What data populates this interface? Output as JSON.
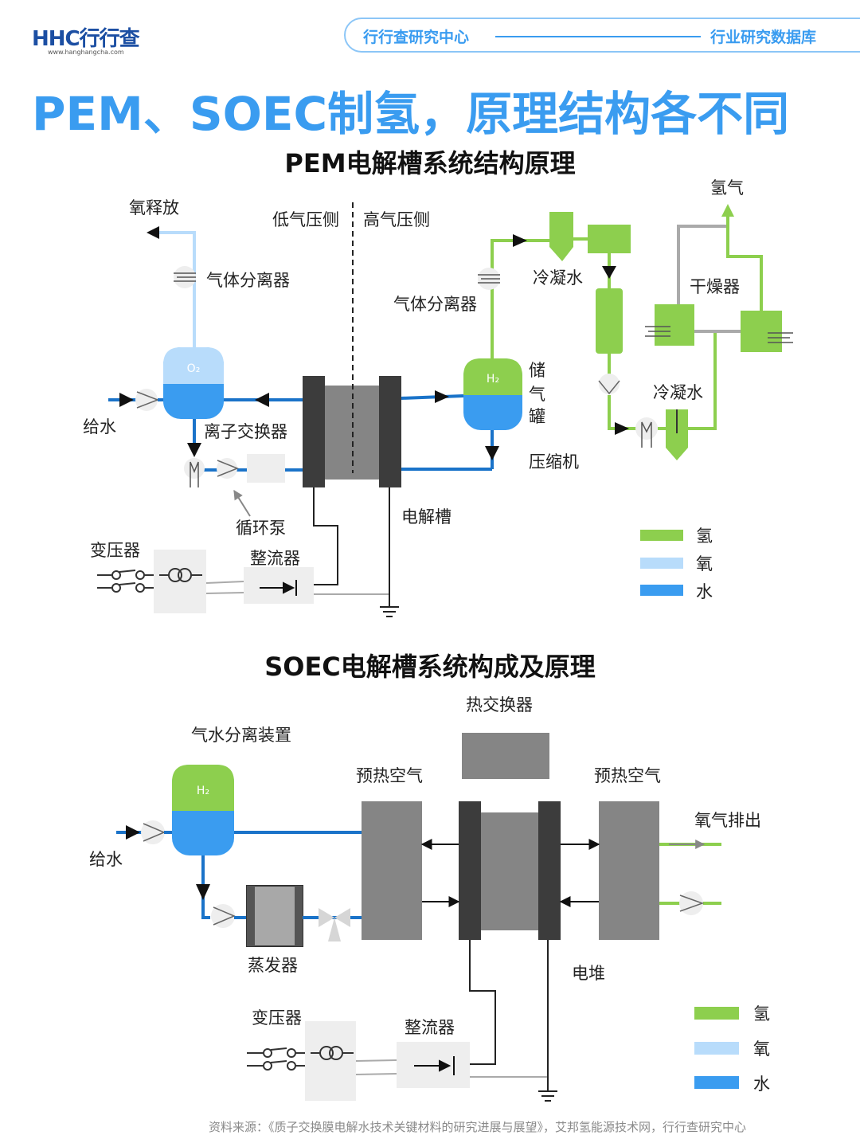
{
  "header": {
    "logo_text": "HHC",
    "logo_cn": "行行查",
    "logo_url": "www.hanghangcha.com",
    "pill_left": "行行查研究中心",
    "pill_right": "行业研究数据库"
  },
  "title": "PEM、SOEC制氢，原理结构各不同",
  "pem": {
    "title": "PEM电解槽系统结构原理",
    "labels": {
      "oxygen_release": "氧释放",
      "gas_separator_left": "气体分离器",
      "low_pressure": "低气压侧",
      "high_pressure": "高气压侧",
      "gas_separator_right": "气体分离器",
      "condensed_water_top": "冷凝水",
      "hydrogen_out": "氢气",
      "dryer": "干燥器",
      "storage_tank": "储气罐",
      "condensed_water_mid": "冷凝水",
      "compressor": "压缩机",
      "feed_water": "给水",
      "ion_exchanger": "离子交换器",
      "circulation_pump": "循环泵",
      "electrolyzer": "电解槽",
      "transformer": "变压器",
      "rectifier": "整流器",
      "o2": "O₂",
      "h2": "H₂"
    },
    "legend": [
      "氢",
      "氧",
      "水"
    ]
  },
  "soec": {
    "title": "SOEC电解槽系统构成及原理",
    "labels": {
      "heat_exchanger": "热交换器",
      "gas_water_separator": "气水分离装置",
      "preheat_air_left": "预热空气",
      "preheat_air_right": "预热空气",
      "oxygen_exhaust": "氧气排出",
      "feed_water": "给水",
      "evaporator": "蒸发器",
      "stack": "电堆",
      "transformer": "变压器",
      "rectifier": "整流器",
      "h2": "H₂"
    },
    "legend": [
      "氢",
      "氧",
      "水"
    ]
  },
  "colors": {
    "hydrogen": "#8dcf4e",
    "oxygen": "#b8dcfb",
    "water": "#3a9cf0",
    "pipe_water": "#1a73c9",
    "electrode": "#3c3c3c",
    "stack": "#858585",
    "accent": "#3a9cf0"
  },
  "source": "资料来源：《质子交换膜电解水技术关键材料的研究进展与展望》，艾邦氢能源技术网，行行查研究中心"
}
